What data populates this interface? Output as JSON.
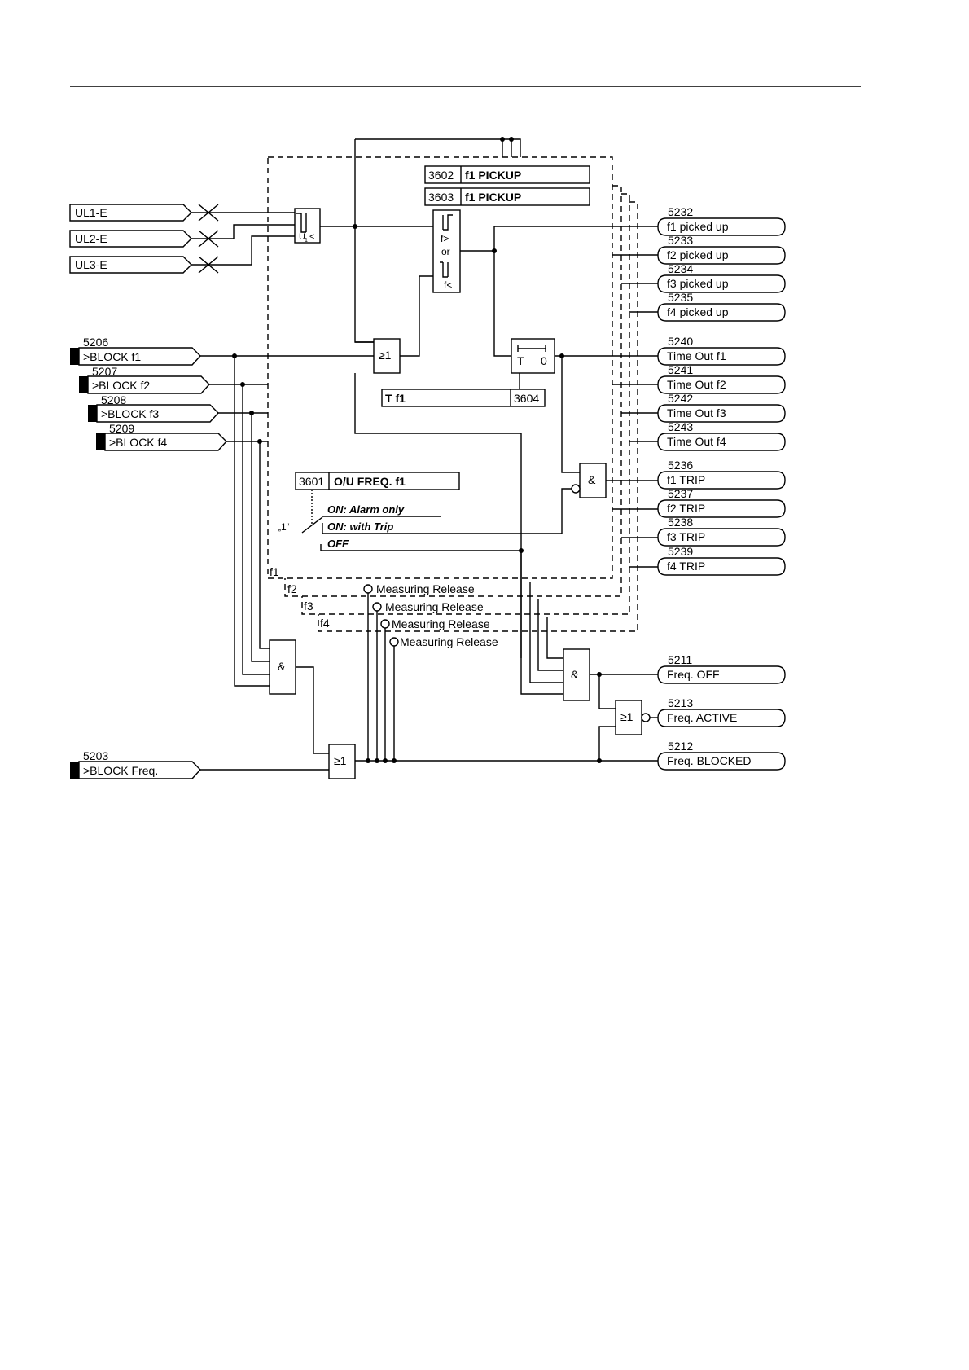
{
  "voltage_inputs": [
    "UL1-E",
    "UL2-E",
    "UL3-E"
  ],
  "undervoltage_block_label": "U",
  "undervoltage_sub": "1",
  "undervoltage_sym": "<",
  "block_inputs": [
    {
      "number": "5206",
      "label": ">BLOCK f1"
    },
    {
      "number": "5207",
      "label": ">BLOCK f2"
    },
    {
      "number": "5208",
      "label": ">BLOCK f3"
    },
    {
      "number": "5209",
      "label": ">BLOCK f4"
    }
  ],
  "block_freq": {
    "number": "5203",
    "label": ">BLOCK Freq."
  },
  "params": {
    "pickup_hi": {
      "number": "3602",
      "label": "f1 PICKUP"
    },
    "pickup_lo": {
      "number": "3603",
      "label": "f1 PICKUP"
    },
    "delay": {
      "number": "3604",
      "label": "T f1"
    },
    "mode": {
      "number": "3601",
      "label": "O/U FREQ. f1"
    }
  },
  "freq_detector": {
    "over": "f>",
    "or": "or",
    "under": "f<"
  },
  "timer": {
    "t": "T",
    "zero": "0"
  },
  "gates": {
    "or": "≥1",
    "and": "&"
  },
  "mode_options": [
    "ON: Alarm only",
    "ON: with Trip",
    "OFF"
  ],
  "switch_label": "„1“",
  "stage_labels": [
    "f1",
    "f2",
    "f3",
    "f4"
  ],
  "measuring_release": "Measuring Release",
  "outputs": [
    {
      "number": "5232",
      "label": "f1 picked up"
    },
    {
      "number": "5233",
      "label": "f2 picked up"
    },
    {
      "number": "5234",
      "label": "f3 picked up"
    },
    {
      "number": "5235",
      "label": "f4 picked up"
    },
    {
      "number": "5240",
      "label": "Time Out f1"
    },
    {
      "number": "5241",
      "label": "Time Out f2"
    },
    {
      "number": "5242",
      "label": "Time Out f3"
    },
    {
      "number": "5243",
      "label": "Time Out f4"
    },
    {
      "number": "5236",
      "label": "f1 TRIP"
    },
    {
      "number": "5237",
      "label": "f2 TRIP"
    },
    {
      "number": "5238",
      "label": "f3 TRIP"
    },
    {
      "number": "5239",
      "label": "f4 TRIP"
    }
  ],
  "status_outputs": [
    {
      "number": "5211",
      "label": "Freq.  OFF"
    },
    {
      "number": "5213",
      "label": "Freq.  ACTIVE"
    },
    {
      "number": "5212",
      "label": "Freq.  BLOCKED"
    }
  ]
}
